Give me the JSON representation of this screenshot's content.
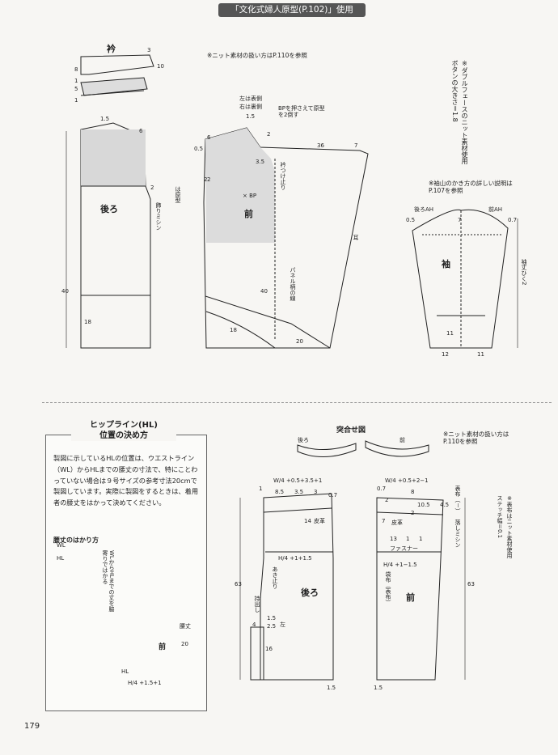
{
  "header": {
    "tag": "「文化式婦人原型(P.102)」使用"
  },
  "top": {
    "knit_note": "※ニット素材の扱い方はP.110を参照",
    "side_note_1": "ボタンの大きさ＝1.8",
    "side_note_2": "※ダブルフェースのニット素材使用",
    "sleeve_note": "※袖山のかき方の詳しい説明はP.107を参照"
  },
  "collar": {
    "label": "衿",
    "dims": [
      "3",
      "10",
      "8",
      "1",
      "5",
      "1"
    ]
  },
  "back": {
    "label": "後ろ",
    "dims": [
      "1.5",
      "6",
      "2",
      "40",
      "18"
    ],
    "stitch": "飾りミシン",
    "template_note": "は原型"
  },
  "front": {
    "label": "前",
    "dims": [
      "0.5",
      "6",
      "2",
      "3.5",
      "36",
      "7",
      "2",
      "40",
      "18",
      "20",
      "1.5",
      "2"
    ],
    "notes": [
      "左は表側",
      "右は裏側",
      "BPを押さえて原型を2倒す",
      "衿つけ止り",
      "パネル柄の線",
      "耳"
    ],
    "bp": "×\nBP"
  },
  "sleeve": {
    "label": "袖",
    "dims": [
      "後ろAH",
      "前AH",
      "0.5",
      "0.7",
      "7",
      "11",
      "12",
      "11"
    ],
    "length_label": "袖丈ひく2"
  },
  "hip_box": {
    "title_1": "ヒップライン(HL)",
    "title_2": "位置の決め方",
    "text": "製図に示しているHLの位置は、ウエストライン（WL）からHLまでの腰丈の寸法で、特にことわっていない場合は９号サイズの参考寸法20cmで製図しています。実際に製図をするときは、着用者の腰丈をはかって決めてください。",
    "measure_title": "腰丈のはかり方",
    "vertical_note": "WLからHLまでの丈を脇寄りではかる",
    "wl": "WL",
    "hl": "HL",
    "front_label": "前",
    "waist_label": "腰丈",
    "waist_value": "20",
    "formula": "H/4 +1.5+1"
  },
  "skirt": {
    "title": "突合せ図",
    "back_label": "後ろ",
    "front_label": "前",
    "knit_note": "※ニット素材の扱い方はP.110を参照",
    "back_dims": [
      "1",
      "8.5",
      "3.5",
      "3",
      "0.7",
      "14",
      "63",
      "16",
      "1.5",
      "4",
      "1.5",
      "2.5"
    ],
    "back_notes": [
      "皮革",
      "あき止り",
      "持出し",
      "左"
    ],
    "back_w": "W/4 +0.5+3.5+1",
    "back_h": "H/4 +1+1.5",
    "front_dims": [
      "0.7",
      "2",
      "8",
      "10.5",
      "4.5",
      "2",
      "7",
      "13",
      "1",
      "1",
      "63",
      "1.5"
    ],
    "front_notes": [
      "皮革",
      "ファスナー",
      "落しミシン",
      "袋布（表布）",
      "表布（－）"
    ],
    "front_w": "W/4 +0.5+2−1",
    "front_h": "H/4 +1−1.5",
    "side_note": "ステッチ幅＝0.1",
    "side_note2": "※表布はニット素材使用"
  },
  "page_number": "179"
}
